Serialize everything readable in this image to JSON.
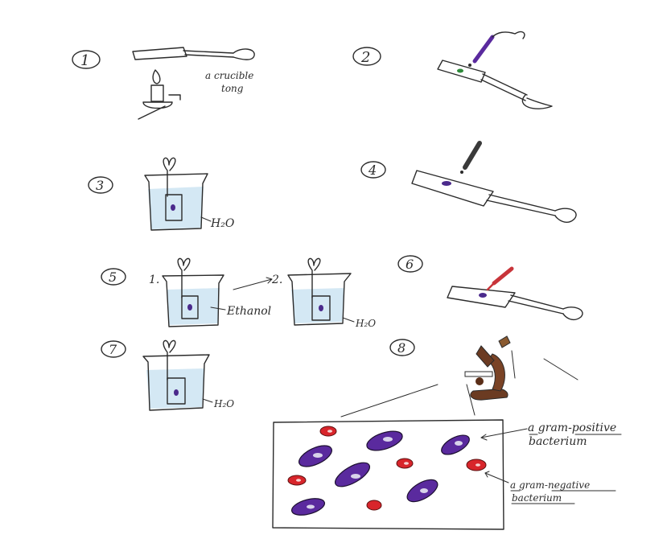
{
  "steps": {
    "s1": {
      "number": "1",
      "label": "a crucible tong"
    },
    "s2": {
      "number": "2"
    },
    "s3": {
      "number": "3",
      "label": "H₂O"
    },
    "s4": {
      "number": "4"
    },
    "s5": {
      "number": "5",
      "sub1": "1.",
      "sub2": "2.",
      "label1": "Ethanol",
      "label2": "H₂O"
    },
    "s6": {
      "number": "6"
    },
    "s7": {
      "number": "7",
      "label": "H₂O"
    },
    "s8": {
      "number": "8"
    }
  },
  "slide_view": {
    "positive_label_line1": "a gram-positive",
    "positive_label_line2": "bacterium",
    "negative_label_line1": "a gram-negative",
    "negative_label_line2": "bacterium"
  },
  "colors": {
    "gram_positive": "#5a2a9e",
    "gram_negative": "#d8252b",
    "crystal_violet": "#4b2a8c",
    "safranin": "#c8343a",
    "water": "#cfe6f3"
  }
}
